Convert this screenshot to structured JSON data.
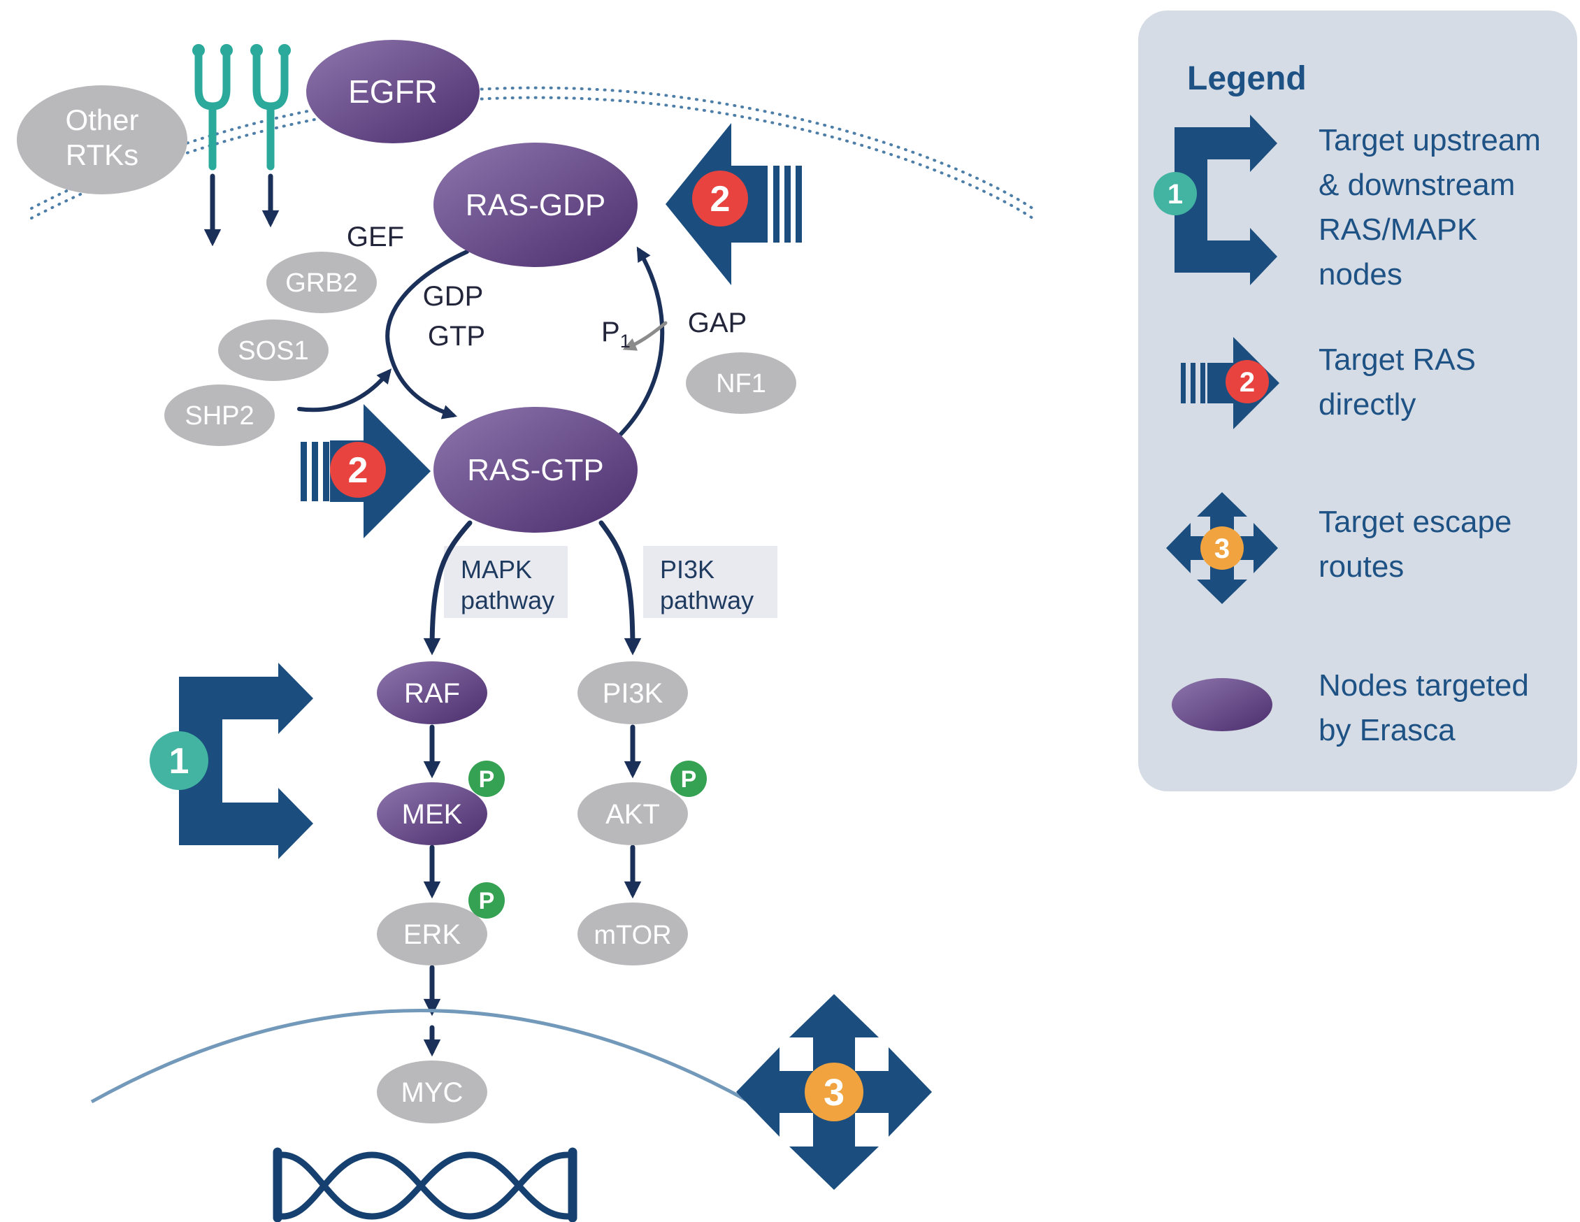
{
  "colors": {
    "navy_shape": "#1b4e7e",
    "dark_arrow": "#1b3059",
    "purple_light": "#8e76ad",
    "purple_dark": "#4b2d6d",
    "gray_node": "#b9b9bb",
    "teal_receptor": "#2ba99b",
    "teal_badge": "#43b3a2",
    "red_badge": "#e8433e",
    "orange_badge": "#f0a33e",
    "green_badge": "#35a152",
    "legend_bg": "#d5dce5",
    "legend_text": "#1e5285",
    "membrane_dotted": "#4d7ea8",
    "nuclear_membrane": "#7298ba",
    "dna": "#16406f"
  },
  "nodes": {
    "other_rtks": {
      "line1": "Other",
      "line2": "RTKs"
    },
    "egfr": "EGFR",
    "ras_gdp": "RAS-GDP",
    "ras_gtp": "RAS-GTP",
    "grb2": "GRB2",
    "sos1": "SOS1",
    "shp2": "SHP2",
    "nf1": "NF1",
    "raf": "RAF",
    "mek": "MEK",
    "erk": "ERK",
    "pi3k": "PI3K",
    "akt": "AKT",
    "mtor": "mTOR",
    "myc": "MYC"
  },
  "labels": {
    "gef": "GEF",
    "gdp": "GDP",
    "gtp": "GTP",
    "gap": "GAP",
    "p_base": "P",
    "p_sub": "1",
    "phospho": "P",
    "mapk_box": {
      "line1": "MAPK",
      "line2": "pathway"
    },
    "pi3k_box": {
      "line1": "PI3K",
      "line2": "pathway"
    }
  },
  "badges": {
    "one": "1",
    "two": "2",
    "three": "3"
  },
  "legend": {
    "title": "Legend",
    "items": [
      {
        "lines": [
          "Target upstream",
          "& downstream",
          "RAS/MAPK",
          "nodes"
        ]
      },
      {
        "lines": [
          "Target RAS",
          "directly"
        ]
      },
      {
        "lines": [
          "Target escape",
          "routes"
        ]
      },
      {
        "lines": [
          "Nodes targeted",
          "by Erasca"
        ]
      }
    ]
  }
}
